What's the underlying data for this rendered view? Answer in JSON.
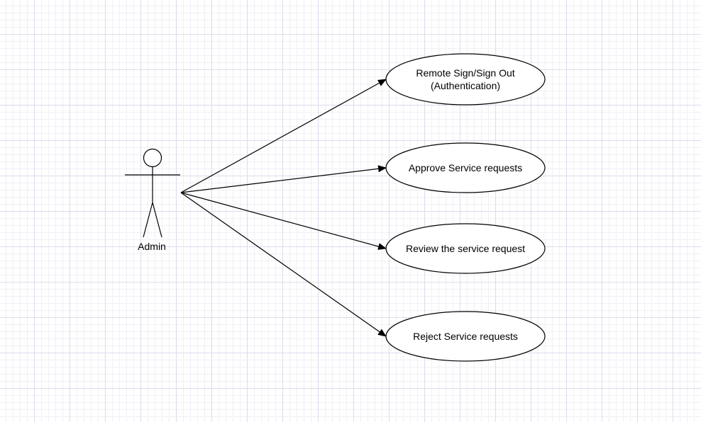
{
  "diagram": {
    "type": "use-case",
    "actor": {
      "label": "Admin",
      "icon": "stick-figure-icon"
    },
    "use_cases": [
      {
        "id": "uc1",
        "lines": [
          "Remote Sign/Sign Out",
          "(Authentication)"
        ]
      },
      {
        "id": "uc2",
        "lines": [
          "Approve Service requests"
        ]
      },
      {
        "id": "uc3",
        "lines": [
          "Review the service request"
        ]
      },
      {
        "id": "uc4",
        "lines": [
          "Reject Service requests"
        ]
      }
    ],
    "associations": [
      {
        "from": "Admin",
        "to": "uc1"
      },
      {
        "from": "Admin",
        "to": "uc2"
      },
      {
        "from": "Admin",
        "to": "uc3"
      },
      {
        "from": "Admin",
        "to": "uc4"
      }
    ],
    "colors": {
      "stroke": "#000000",
      "fill": "#ffffff",
      "grid": "#dcdcec"
    }
  }
}
